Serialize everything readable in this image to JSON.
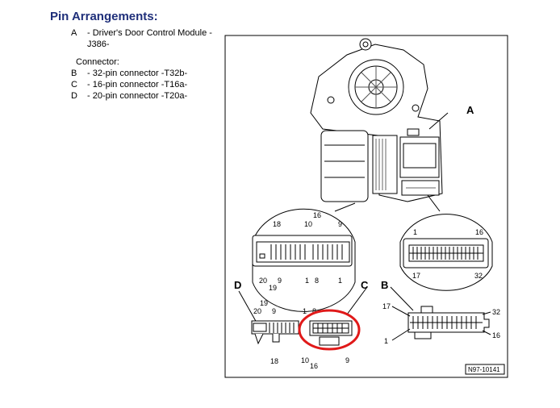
{
  "heading": "Pin Arrangements:",
  "legend": {
    "a_key": "A",
    "a_text": "- Driver's Door Control Module -",
    "a_text2": "J386-",
    "connector_heading": "Connector:",
    "b_key": "B",
    "b_text": "- 32-pin connector -T32b-",
    "c_key": "C",
    "c_text": "- 16-pin connector -T16a-",
    "d_key": "D",
    "d_text": "- 20-pin connector -T20a-"
  },
  "diagram": {
    "callout_a": "A",
    "callout_b": "B",
    "callout_c": "C",
    "callout_d": "D",
    "ref_code": "N97-10141",
    "zoom_left_pins": {
      "p18": "18",
      "p10": "10",
      "p16": "16",
      "p9": "9",
      "p20": "20",
      "p19": "19",
      "p9b": "9",
      "p1": "1",
      "p8": "8",
      "p1b": "1"
    },
    "zoom_right_pins": {
      "p1": "1",
      "p16": "16",
      "p17": "17",
      "p32": "32"
    },
    "conn_d_pins": {
      "p19": "19",
      "p20": "20",
      "p9": "9",
      "p18": "18"
    },
    "conn_c_pins": {
      "p1": "1",
      "p8": "8",
      "p10": "10",
      "p16": "16",
      "p9": "9"
    },
    "conn_b_pins": {
      "p17": "17",
      "p1": "1",
      "p32": "32",
      "p16": "16"
    },
    "highlight_color": "#e01919"
  }
}
